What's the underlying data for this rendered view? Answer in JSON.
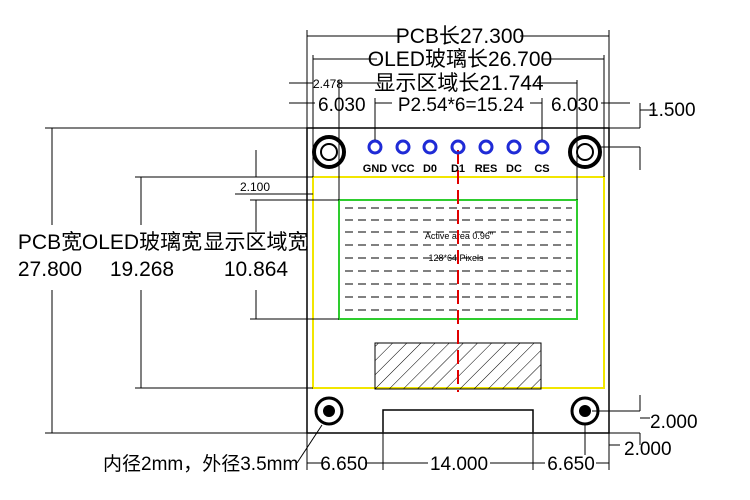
{
  "dimensions": {
    "pcb_length": "PCB长27.300",
    "oled_glass_length": "OLED玻璃长26.700",
    "display_area_length": "显示区域长21.744",
    "left_margin_small": "2.478",
    "left_margin": "6.030",
    "pin_pitch": "P2.54*6=15.24",
    "right_margin": "6.030",
    "pin_offset_right": "1.500",
    "display_offset_top": "2.100",
    "pcb_width_label": "PCB宽",
    "pcb_width_value": "27.800",
    "oled_glass_width_label": "OLED玻璃宽",
    "oled_glass_width_value": "19.268",
    "display_area_width_label": "显示区域宽",
    "display_area_width_value": "10.864",
    "hole_offset_vertical": "2.000",
    "hole_offset_horizontal": "2.000",
    "hole_note": "内径2mm，外径3.5mm",
    "bottom_left": "6.650",
    "bottom_center": "14.000",
    "bottom_right": "6.650"
  },
  "pins": [
    "GND",
    "VCC",
    "D0",
    "D1",
    "RES",
    "DC",
    "CS"
  ],
  "display_info": {
    "active_area": "Active area 0.96\"",
    "pixels": "128*64 Pixels"
  },
  "colors": {
    "pcb_outline": "#000000",
    "glass_outline": "#f2e600",
    "active_outline": "#2ecc2e",
    "center_line": "#e00000",
    "pin_ring": "#1f2bd6"
  }
}
